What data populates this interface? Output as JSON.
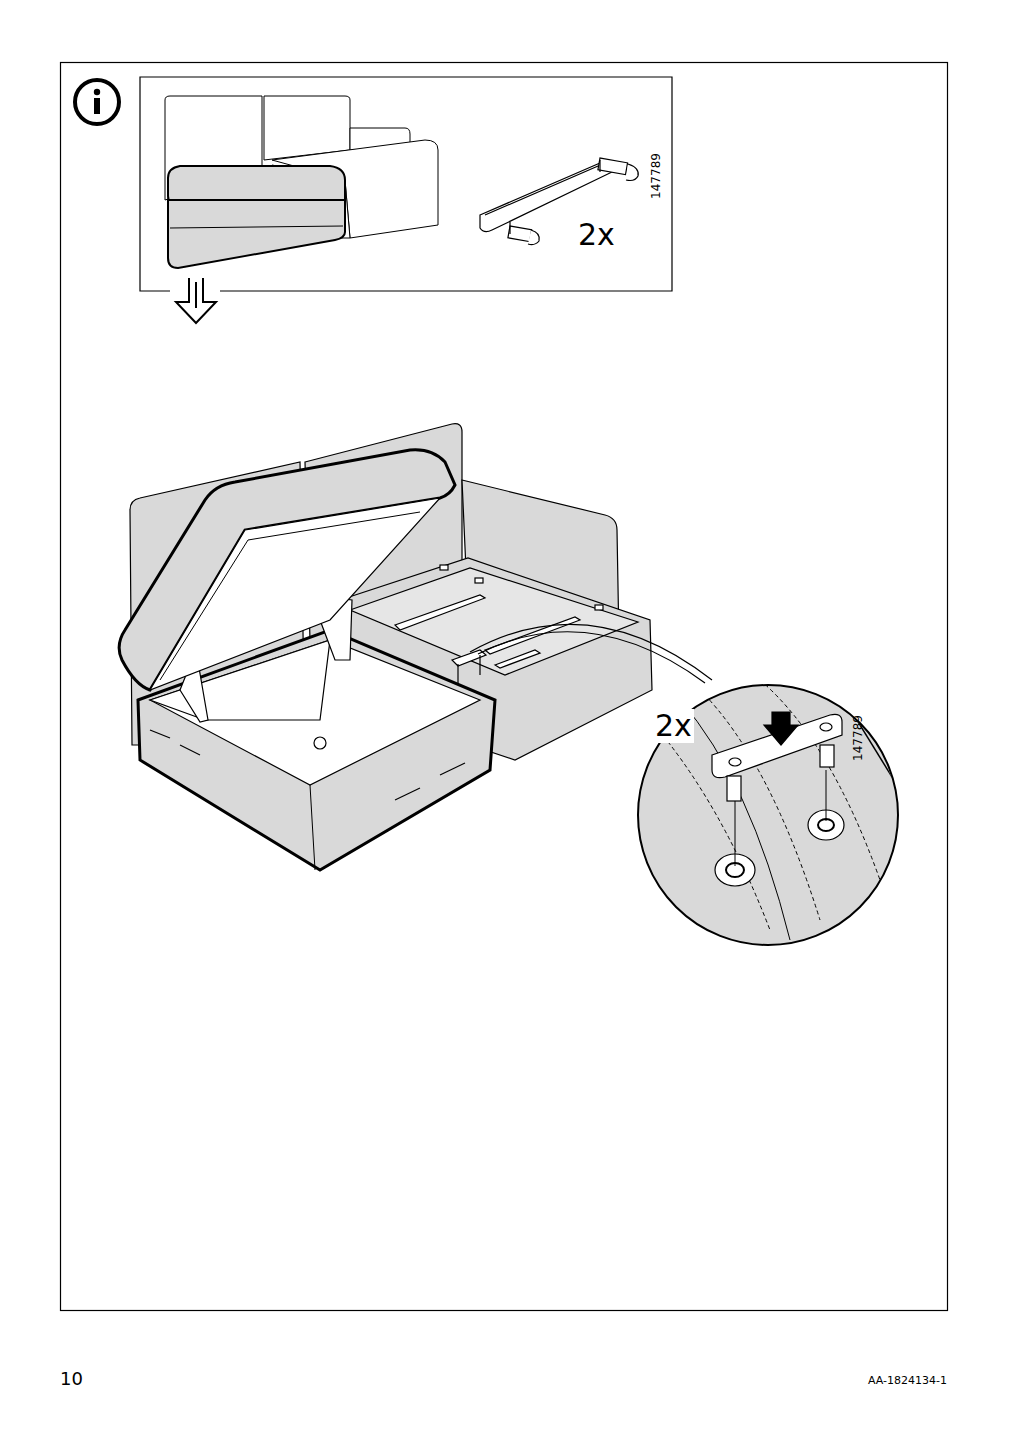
{
  "diagram": {
    "labels": [
      "147789",
      "2x",
      "2x",
      "147789",
      "10",
      "AA-1824134-1"
    ]
  }
}
